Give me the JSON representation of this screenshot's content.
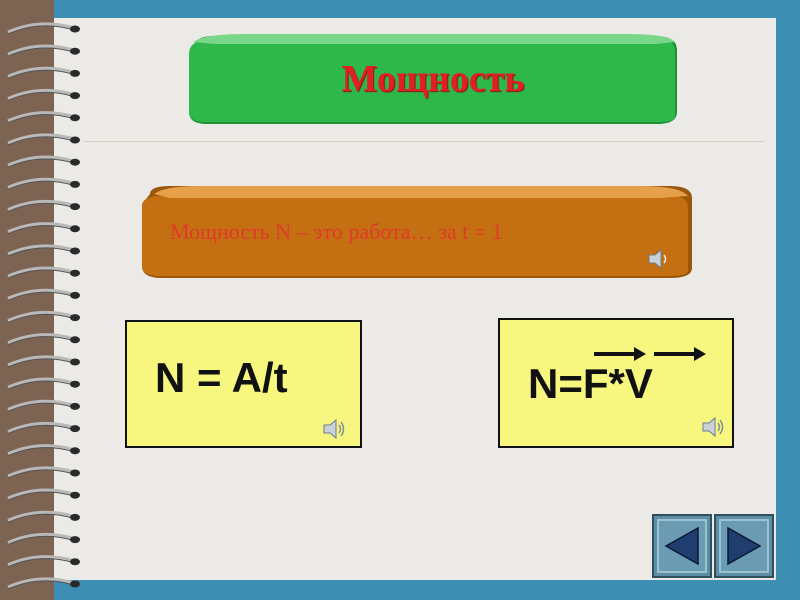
{
  "slide": {
    "title": "Мощность",
    "definition": "Мощность N – это работа… за t = 1",
    "formula_left": "N = A/t",
    "formula_right_prefix": "N=",
    "formula_right_vec1": "F",
    "formula_right_op": "*",
    "formula_right_vec2": "V"
  },
  "icons": {
    "speaker": "speaker-icon",
    "prev": "triangle-left-icon",
    "next": "triangle-right-icon"
  },
  "colors": {
    "frame_blue": "#3c8fb3",
    "page": "#ebeae6",
    "green_banner": "#2fb84a",
    "brown_banner": "#c46f12",
    "title_red": "#e21f24",
    "yellow_box": "#f7f77f"
  }
}
